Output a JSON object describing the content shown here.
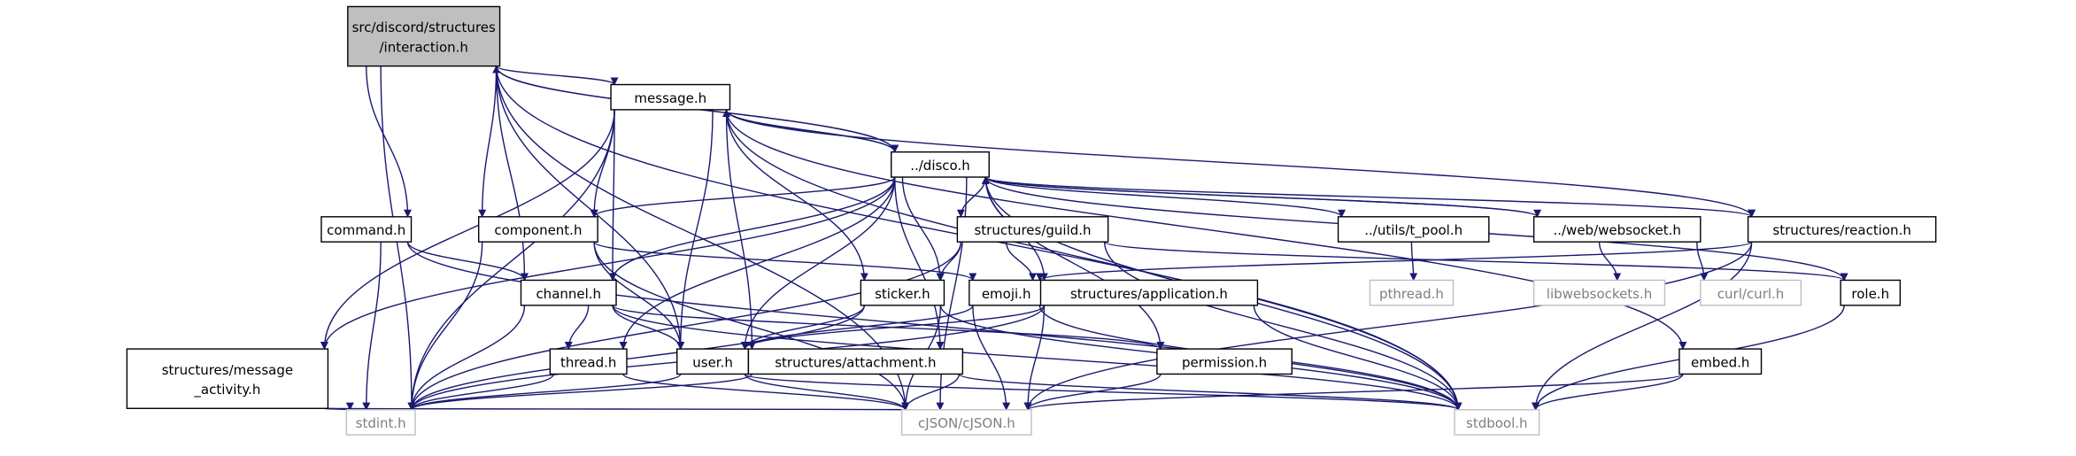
{
  "graph": {
    "colors": {
      "edge": "#191970",
      "node_border": "#000000",
      "node_fill": "#ffffff",
      "root_fill": "#bfbfbf",
      "external_border": "#bfbfbf",
      "external_text": "#7f7f7f",
      "text": "#000000"
    },
    "nodes": [
      {
        "id": "interaction",
        "lines": [
          "src/discord/structures",
          "/interaction.h"
        ],
        "kind": "root"
      },
      {
        "id": "message",
        "lines": [
          "message.h"
        ],
        "kind": "local"
      },
      {
        "id": "disco",
        "lines": [
          "../disco.h"
        ],
        "kind": "local"
      },
      {
        "id": "command",
        "lines": [
          "command.h"
        ],
        "kind": "local"
      },
      {
        "id": "component",
        "lines": [
          "component.h"
        ],
        "kind": "local"
      },
      {
        "id": "guild",
        "lines": [
          "structures/guild.h"
        ],
        "kind": "local"
      },
      {
        "id": "tpool",
        "lines": [
          "../utils/t_pool.h"
        ],
        "kind": "local"
      },
      {
        "id": "websocket",
        "lines": [
          "../web/websocket.h"
        ],
        "kind": "local"
      },
      {
        "id": "reaction",
        "lines": [
          "structures/reaction.h"
        ],
        "kind": "local"
      },
      {
        "id": "pthread",
        "lines": [
          "pthread.h"
        ],
        "kind": "external"
      },
      {
        "id": "libwebsockets",
        "lines": [
          "libwebsockets.h"
        ],
        "kind": "external"
      },
      {
        "id": "curl",
        "lines": [
          "curl/curl.h"
        ],
        "kind": "external"
      },
      {
        "id": "role",
        "lines": [
          "role.h"
        ],
        "kind": "local"
      },
      {
        "id": "channel",
        "lines": [
          "channel.h"
        ],
        "kind": "local"
      },
      {
        "id": "sticker",
        "lines": [
          "sticker.h"
        ],
        "kind": "local"
      },
      {
        "id": "emoji",
        "lines": [
          "emoji.h"
        ],
        "kind": "local"
      },
      {
        "id": "application",
        "lines": [
          "structures/application.h"
        ],
        "kind": "local"
      },
      {
        "id": "msgactivity",
        "lines": [
          "structures/message",
          "_activity.h"
        ],
        "kind": "local"
      },
      {
        "id": "thread",
        "lines": [
          "thread.h"
        ],
        "kind": "local"
      },
      {
        "id": "user",
        "lines": [
          "user.h"
        ],
        "kind": "local"
      },
      {
        "id": "attachment",
        "lines": [
          "structures/attachment.h"
        ],
        "kind": "local"
      },
      {
        "id": "permission",
        "lines": [
          "permission.h"
        ],
        "kind": "local"
      },
      {
        "id": "embed",
        "lines": [
          "embed.h"
        ],
        "kind": "local"
      },
      {
        "id": "stdint",
        "lines": [
          "stdint.h"
        ],
        "kind": "external"
      },
      {
        "id": "cjson",
        "lines": [
          "cJSON/cJSON.h"
        ],
        "kind": "external"
      },
      {
        "id": "stdbool",
        "lines": [
          "stdbool.h"
        ],
        "kind": "external"
      }
    ],
    "edges": [
      [
        "interaction",
        "message"
      ],
      [
        "interaction",
        "disco"
      ],
      [
        "interaction",
        "command"
      ],
      [
        "interaction",
        "component"
      ],
      [
        "interaction",
        "channel"
      ],
      [
        "interaction",
        "user"
      ],
      [
        "interaction",
        "stdint"
      ],
      [
        "interaction",
        "cjson"
      ],
      [
        "interaction",
        "stdbool"
      ],
      [
        "message",
        "disco"
      ],
      [
        "message",
        "component"
      ],
      [
        "message",
        "channel"
      ],
      [
        "message",
        "sticker"
      ],
      [
        "message",
        "reaction"
      ],
      [
        "message",
        "msgactivity"
      ],
      [
        "message",
        "user"
      ],
      [
        "message",
        "attachment"
      ],
      [
        "message",
        "embed"
      ],
      [
        "message",
        "stdint"
      ],
      [
        "message",
        "stdbool"
      ],
      [
        "disco",
        "message"
      ],
      [
        "disco",
        "interaction"
      ],
      [
        "disco",
        "component"
      ],
      [
        "disco",
        "guild"
      ],
      [
        "disco",
        "tpool"
      ],
      [
        "disco",
        "websocket"
      ],
      [
        "disco",
        "reaction"
      ],
      [
        "disco",
        "role"
      ],
      [
        "disco",
        "channel"
      ],
      [
        "disco",
        "sticker"
      ],
      [
        "disco",
        "application"
      ],
      [
        "disco",
        "msgactivity"
      ],
      [
        "disco",
        "thread"
      ],
      [
        "disco",
        "user"
      ],
      [
        "disco",
        "attachment"
      ],
      [
        "disco",
        "permission"
      ],
      [
        "disco",
        "cjson"
      ],
      [
        "disco",
        "stdbool"
      ],
      [
        "command",
        "channel"
      ],
      [
        "command",
        "stdint"
      ],
      [
        "command",
        "stdbool"
      ],
      [
        "component",
        "emoji"
      ],
      [
        "component",
        "user"
      ],
      [
        "component",
        "stdint"
      ],
      [
        "component",
        "cjson"
      ],
      [
        "guild",
        "sticker"
      ],
      [
        "guild",
        "emoji"
      ],
      [
        "guild",
        "role"
      ],
      [
        "guild",
        "stdint"
      ],
      [
        "guild",
        "stdbool"
      ],
      [
        "tpool",
        "pthread"
      ],
      [
        "websocket",
        "disco"
      ],
      [
        "websocket",
        "libwebsockets"
      ],
      [
        "websocket",
        "curl"
      ],
      [
        "reaction",
        "emoji"
      ],
      [
        "reaction",
        "cjson"
      ],
      [
        "reaction",
        "stdbool"
      ],
      [
        "role",
        "stdbool"
      ],
      [
        "channel",
        "thread"
      ],
      [
        "channel",
        "user"
      ],
      [
        "channel",
        "permission"
      ],
      [
        "channel",
        "stdint"
      ],
      [
        "channel",
        "stdbool"
      ],
      [
        "sticker",
        "user"
      ],
      [
        "sticker",
        "stdint"
      ],
      [
        "sticker",
        "cjson"
      ],
      [
        "sticker",
        "stdbool"
      ],
      [
        "emoji",
        "user"
      ],
      [
        "emoji",
        "cjson"
      ],
      [
        "emoji",
        "stdbool"
      ],
      [
        "application",
        "user"
      ],
      [
        "application",
        "stdint"
      ],
      [
        "application",
        "cjson"
      ],
      [
        "application",
        "stdbool"
      ],
      [
        "msgactivity",
        "stdint"
      ],
      [
        "msgactivity",
        "cjson"
      ],
      [
        "thread",
        "stdint"
      ],
      [
        "thread",
        "cjson"
      ],
      [
        "user",
        "stdint"
      ],
      [
        "user",
        "cjson"
      ],
      [
        "user",
        "stdbool"
      ],
      [
        "attachment",
        "stdint"
      ],
      [
        "attachment",
        "cjson"
      ],
      [
        "attachment",
        "stdbool"
      ],
      [
        "permission",
        "cjson"
      ],
      [
        "embed",
        "cjson"
      ],
      [
        "embed",
        "stdbool"
      ]
    ]
  }
}
